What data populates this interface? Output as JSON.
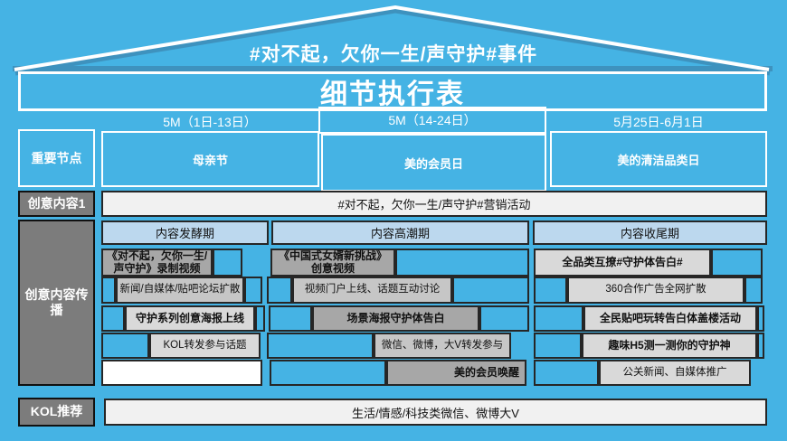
{
  "roof": {
    "event_title": "#对不起，欠你一生/声守护#事件"
  },
  "banner": {
    "title": "细节执行表"
  },
  "timeline": {
    "period1": "5M（1日-13日）",
    "period2": "5M（14-24日）",
    "period3": "5月25日-6月1日"
  },
  "milestones": {
    "label": "重要节点",
    "item1": "母亲节",
    "item2": "美的会员日",
    "item3": "美的清洁品类日"
  },
  "creative1": {
    "label": "创意内容1",
    "content": "#对不起，欠你一生/声守护#营销活动"
  },
  "spread": {
    "label": "创意内容传播",
    "phase1": "内容发酵期",
    "phase2": "内容高潮期",
    "phase3": "内容收尾期",
    "activities": {
      "r1c1": "《对不起，欠你一生/声守护》录制视频",
      "r1c2": "《中国式女婿新挑战》创意视频",
      "r1c3": "全品类互撩#守护体告白#",
      "r2c1": "新闻/自媒体/贴吧论坛扩散",
      "r2c2": "视频门户上线、话题互动讨论",
      "r2c3": "360合作广告全网扩散",
      "r3c1": "守护系列创意海报上线",
      "r3c2": "场景海报守护体告白",
      "r3c3": "全民贴吧玩转告白体盖楼活动",
      "r4c1": "KOL转发参与话题",
      "r4c2": "微信、微博，大V转发参与",
      "r4c3": "趣味H5测一测你的守护神",
      "r5c2": "美的会员唤醒",
      "r5c3": "公关新闻、自媒体推广"
    }
  },
  "kol": {
    "label": "KOL推荐",
    "content": "生活/情感/科技类微信、微博大V"
  },
  "colors": {
    "background_blue": "#45B3E4",
    "roof_shadow_blue": "#3E92BE",
    "phase_header_blue": "#BCD8EE",
    "box_gray_dark": "#A7A7A7",
    "box_gray_medium": "#C6C6C6",
    "box_gray_light": "#D9D9D9",
    "label_gray": "#7C7C7C",
    "border_dark": "#262626",
    "paper_white": "#F1F1F1"
  }
}
